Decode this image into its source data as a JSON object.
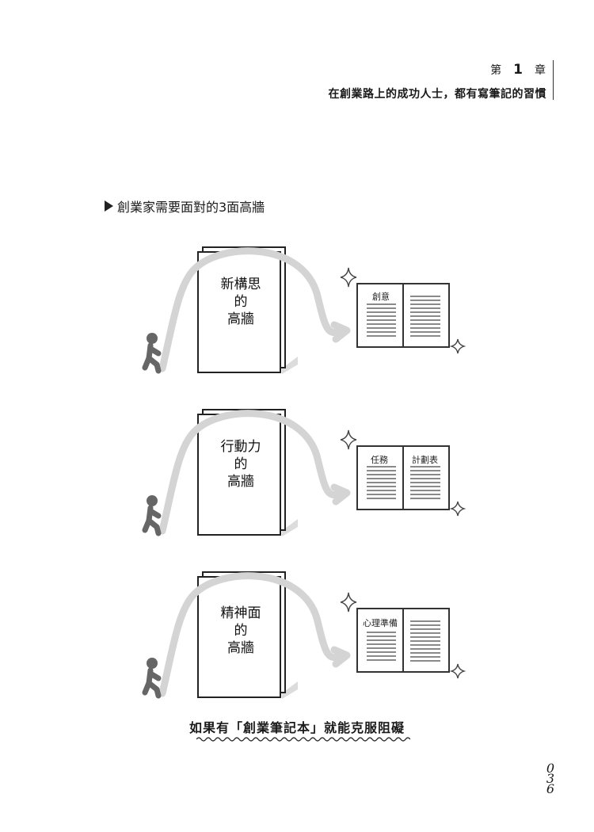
{
  "header": {
    "chapter_prefix": "第",
    "chapter_number": "1",
    "chapter_suffix": "章",
    "chapter_title": "在創業路上的成功人士，都有寫筆記的習慣"
  },
  "section": {
    "title": "創業家需要面對的3面高牆"
  },
  "walls": [
    {
      "lines": [
        "新構思",
        "的",
        "高牆"
      ],
      "notebook_left": "創意",
      "notebook_right": ""
    },
    {
      "lines": [
        "行動力",
        "的",
        "高牆"
      ],
      "notebook_left": "任務",
      "notebook_right": "計劃表"
    },
    {
      "lines": [
        "精神面",
        "的",
        "高牆"
      ],
      "notebook_left": "心理準備",
      "notebook_right": ""
    }
  ],
  "caption": "如果有「創業筆記本」就能克服阻礙",
  "page_number": [
    "0",
    "3",
    "6"
  ],
  "colors": {
    "ink": "#222222",
    "arrow": "#d4d4d4",
    "shadow": "#dcdcdc"
  }
}
